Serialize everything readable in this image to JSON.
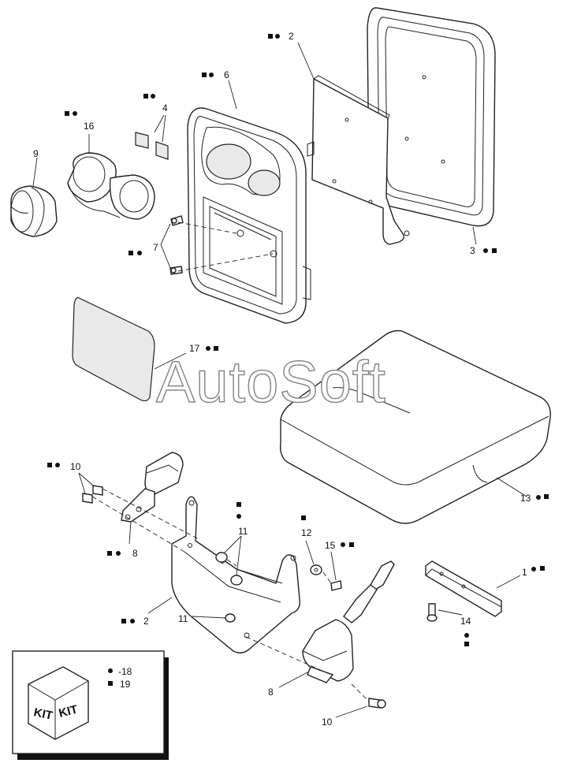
{
  "diagram": {
    "watermark": "AutoSoft",
    "callouts": {
      "c2_top": "2",
      "c6": "6",
      "c4": "4",
      "c16": "16",
      "c9": "9",
      "c7": "7",
      "c3": "3",
      "c17": "17",
      "c13": "13",
      "c10_top": "10",
      "c8_left": "8",
      "c11_top": "11",
      "c12": "12",
      "c15": "15",
      "c1": "1",
      "c2_bottom": "2",
      "c14": "14",
      "c11_bottom": "11",
      "c8_bottom": "8",
      "c10_bottom": "10"
    },
    "kit_box": {
      "kit_label_left": "KIT",
      "kit_label_right": "KIT",
      "legend_circle": "-18",
      "legend_square": "19"
    }
  }
}
